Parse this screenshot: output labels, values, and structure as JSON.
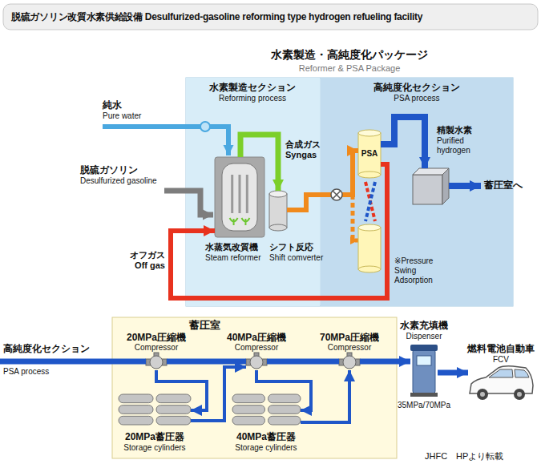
{
  "diagram": {
    "title": "脱硫ガソリン改質水素供給設備 Desulfurized-gasoline reforming type hydrogen refueling facility",
    "caption": "JHFC　HPより転載",
    "nodes": [
      {
        "text": [
          "水素製造・高純度化パッケージ",
          "Reformer & PSA Package"
        ]
      },
      {
        "text": [
          "水素製造セクション",
          "Reforming process"
        ],
        "in": 0
      },
      {
        "text": [
          "高純度化セクション",
          "PSA process"
        ],
        "in": 0
      },
      {
        "text": [
          "水蒸気改質機",
          "Steam reformer"
        ],
        "in": 1
      },
      {
        "text": [
          "シフト反応",
          "Shift comverter"
        ],
        "in": 1
      },
      {
        "text": [
          "PSA"
        ],
        "in": 2
      },
      {
        "text": [
          "精製水素",
          "Purified hydrogen"
        ],
        "in": 2
      },
      {
        "text": [
          "蓄圧室"
        ]
      },
      {
        "text": [
          "20MPa圧縮機",
          "Compressor"
        ],
        "in": 7
      },
      {
        "text": [
          "40MPa圧縮機",
          "Compressor"
        ],
        "in": 7
      },
      {
        "text": [
          "70MPa圧縮機",
          "Compressor"
        ],
        "in": 7
      },
      {
        "text": [
          "20MPa蓄圧器",
          "Storage cylinders"
        ],
        "in": 7
      },
      {
        "text": [
          "40MPa蓄圧器",
          "Storage cylinders"
        ],
        "in": 7
      },
      {
        "text": [
          "水素充填機",
          "Dispenser",
          "35MPa/70MPa"
        ]
      },
      {
        "text": [
          "燃料電池自動車",
          "FCV"
        ]
      }
    ],
    "edges": [
      {
        "from": 3,
        "to": 4,
        "arrow": "to",
        "label": "合成ガス Syngas"
      },
      {
        "from": 4,
        "to": 5,
        "arrow": "to"
      },
      {
        "from": 5,
        "to": 6,
        "arrow": "to"
      },
      {
        "from": 5,
        "to": 3,
        "arrow": "to",
        "label": "オフガス Off gas"
      },
      {
        "from": 8,
        "to": 9,
        "arrow": "none"
      },
      {
        "from": 9,
        "to": 10,
        "arrow": "none"
      },
      {
        "from": 10,
        "to": 13,
        "arrow": "to"
      },
      {
        "from": 13,
        "to": 14,
        "arrow": "to"
      },
      {
        "from": 8,
        "to": 11,
        "arrow": "to"
      },
      {
        "from": 11,
        "to": 9,
        "arrow": "to"
      },
      {
        "from": 9,
        "to": 12,
        "arrow": "to"
      },
      {
        "from": 12,
        "to": 10,
        "arrow": "to"
      }
    ],
    "labels": [
      "純水",
      "Pure water",
      "脱硫ガソリン",
      "Desulfurized gasoline",
      "蓄圧室へ",
      "※Pressure Swing Adsorption",
      "高純度化セクション",
      "PSA process"
    ]
  }
}
